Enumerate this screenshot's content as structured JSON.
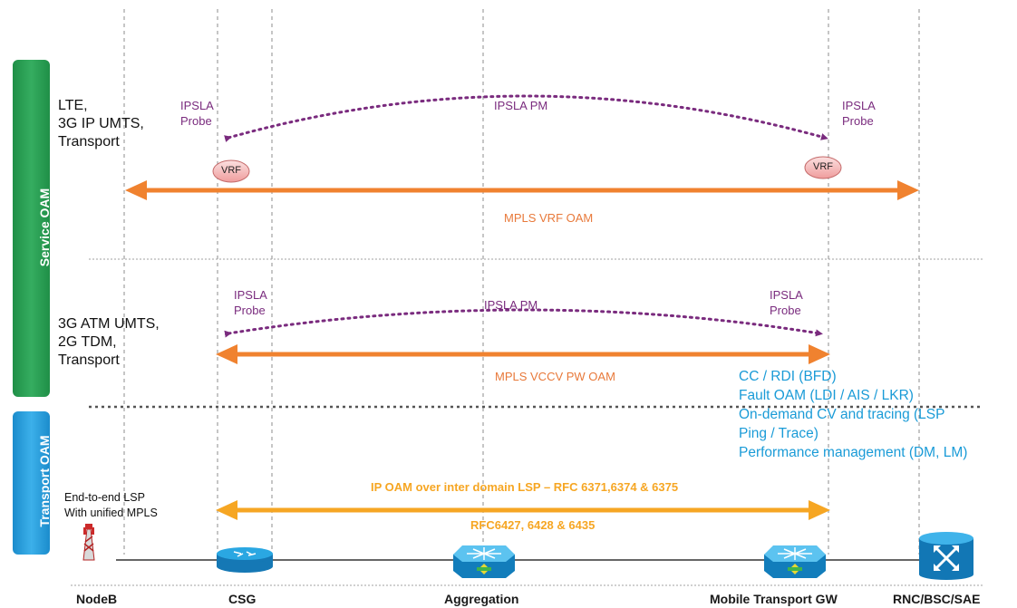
{
  "colors": {
    "service_oam": "#2ea257",
    "transport_oam": "#2aa0dc",
    "orange_arrow": "#f0822f",
    "yellow_arrow": "#f6a623",
    "purple": "#7a2b7e",
    "blue_text": "#1a9bd7",
    "vrf_fill": "#f4b6b6",
    "device": "#1c9fd8"
  },
  "side_labels": {
    "service_oam": "Service OAM",
    "transport_oam": "Transport OAM"
  },
  "service_rows": {
    "lte": {
      "label_lines": [
        "LTE,",
        "3G IP UMTS,",
        "Transport"
      ],
      "probe_left": [
        "IPSLA",
        "Probe"
      ],
      "probe_right": [
        "IPSLA",
        "Probe"
      ],
      "pm": "IPSLA PM",
      "vrf_left": "VRF",
      "vrf_right": "VRF",
      "arrow_label": "MPLS VRF OAM"
    },
    "atm": {
      "label_lines": [
        "3G ATM UMTS,",
        "2G TDM,",
        "Transport"
      ],
      "probe_left": [
        "IPSLA",
        "Probe"
      ],
      "probe_right": [
        "IPSLA",
        "Probe"
      ],
      "pm": "IPSLA PM",
      "arrow_label": "MPLS VCCV PW OAM"
    }
  },
  "transport_notes": [
    "CC / RDI (BFD)",
    "Fault OAM (LDI / AIS / LKR)",
    "On-demand CV and tracing (LSP",
    "Ping / Trace)",
    "Performance management (DM, LM)"
  ],
  "transport_row": {
    "label_lines": [
      "End-to-end LSP",
      "With unified MPLS"
    ],
    "arrow_top": "IP OAM over inter domain LSP – RFC 6371,6374 & 6375",
    "arrow_bottom": "RFC6427, 6428 & 6435"
  },
  "nodes": [
    {
      "name": "NodeB",
      "icon": "cell-tower-icon"
    },
    {
      "name": "CSG",
      "icon": "router-icon"
    },
    {
      "name": "Aggregation",
      "icon": "aggregation-switch-icon"
    },
    {
      "name": "Mobile Transport GW",
      "icon": "aggregation-switch-icon"
    },
    {
      "name": "RNC/BSC/SAE",
      "icon": "crossconnect-switch-icon"
    }
  ]
}
